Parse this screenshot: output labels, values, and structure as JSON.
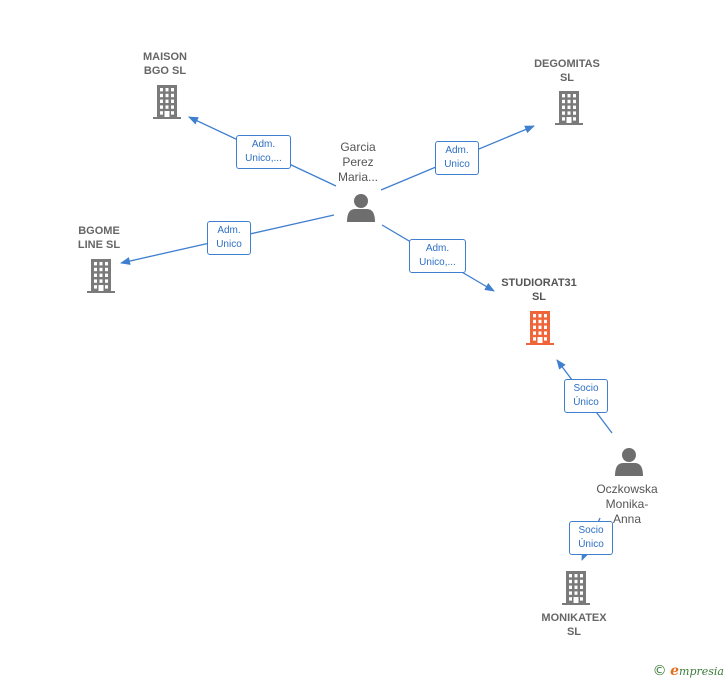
{
  "colors": {
    "edge": "#3f7fcf",
    "building": "#7a7a7a",
    "building_main": "#f0643a",
    "person": "#6e6e6e",
    "brand_e": "#e07020"
  },
  "nodes": [
    {
      "id": "garcia",
      "kind": "person",
      "label": "Garcia\nPerez\nMaria..."
    },
    {
      "id": "maison",
      "kind": "company",
      "label": "MAISON\nBGO  SL"
    },
    {
      "id": "degomitas",
      "kind": "company",
      "label": "DEGOMITAS\nSL"
    },
    {
      "id": "bgome",
      "kind": "company",
      "label": "BGOME\nLINE SL"
    },
    {
      "id": "studiorat",
      "kind": "company",
      "main": true,
      "label": "STUDIORAT31\nSL"
    },
    {
      "id": "oczkowska",
      "kind": "person",
      "label": "Oczkowska\nMonika-\nAnna"
    },
    {
      "id": "monikatex",
      "kind": "company",
      "label": "MONIKATEX\nSL"
    }
  ],
  "edges": [
    {
      "from": "garcia",
      "to": "maison",
      "label": "Adm.\nUnico,..."
    },
    {
      "from": "garcia",
      "to": "degomitas",
      "label": "Adm.\nUnico"
    },
    {
      "from": "garcia",
      "to": "bgome",
      "label": "Adm.\nUnico"
    },
    {
      "from": "garcia",
      "to": "studiorat",
      "label": "Adm.\nUnico,..."
    },
    {
      "from": "oczkowska",
      "to": "studiorat",
      "label": "Socio\nÚnico"
    },
    {
      "from": "oczkowska",
      "to": "monikatex",
      "label": "Socio\nÚnico"
    }
  ],
  "brand": {
    "copyright": "©",
    "name_initial": "e",
    "name_rest": "mpresia"
  }
}
